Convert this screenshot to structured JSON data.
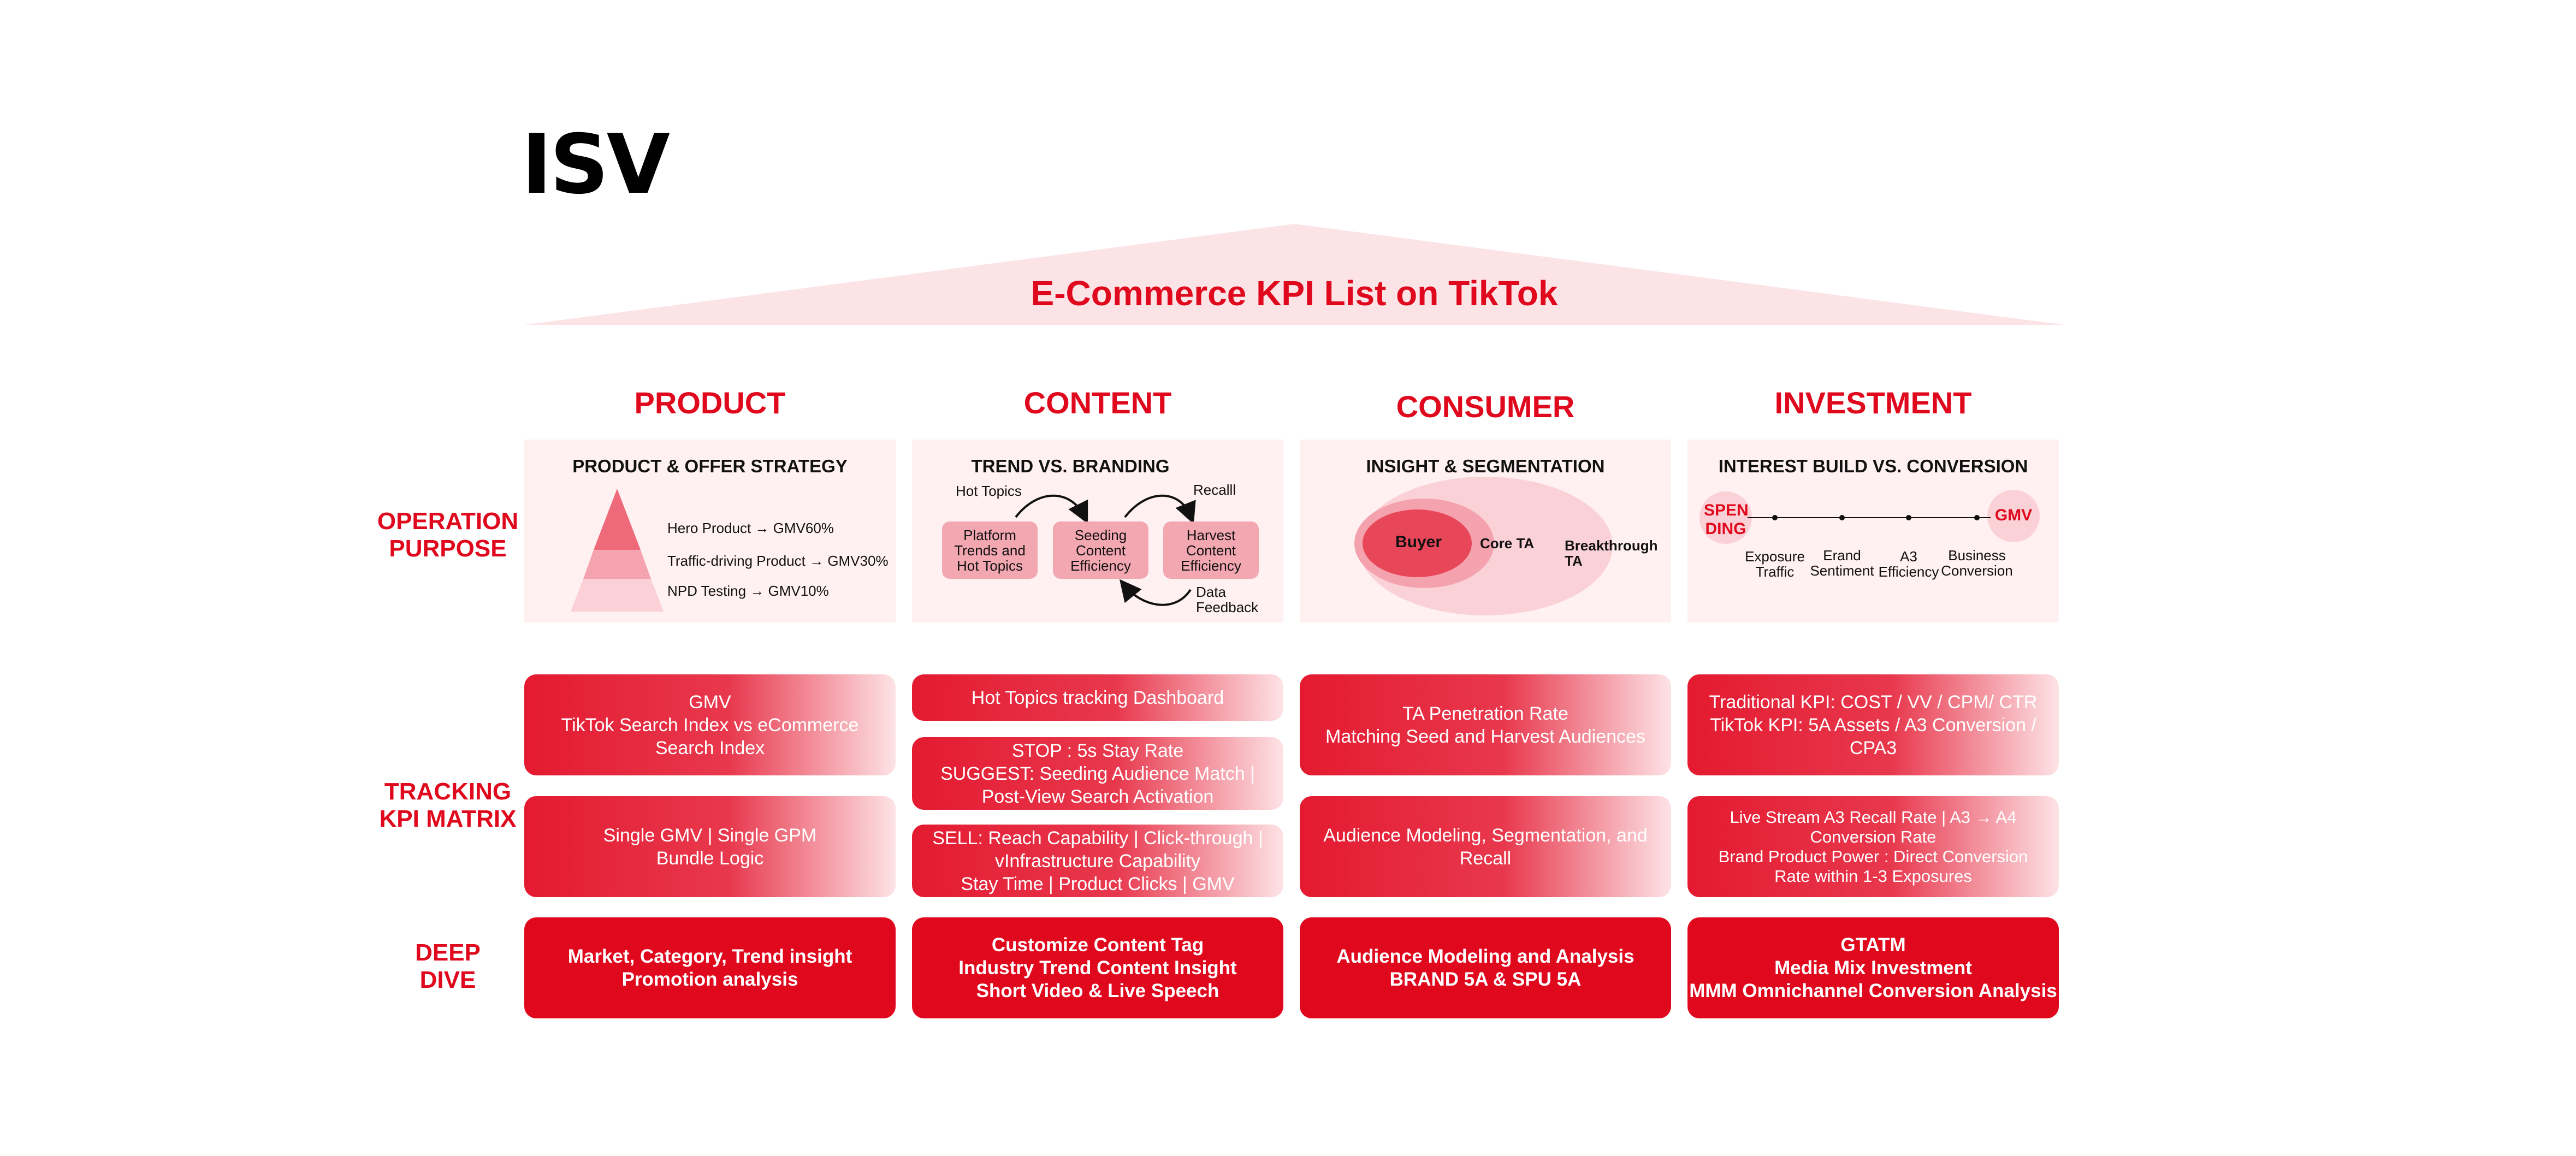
{
  "logo": "ISV",
  "title": "E-Commerce KPI List on TikTok",
  "columns": [
    "PRODUCT",
    "CONTENT",
    "CONSUMER",
    "INVESTMENT"
  ],
  "rows": {
    "operation": "OPERATION\nPURPOSE",
    "tracking": "TRACKING\nKPI MATRIX",
    "deep": "DEEP\nDIVE"
  },
  "operation": {
    "product": {
      "title": "PRODUCT & OFFER STRATEGY",
      "items": [
        "Hero Product → GMV60%",
        "Traffic-driving Product → GMV30%",
        "NPD Testing → GMV10%"
      ]
    },
    "content": {
      "title": "TREND VS. BRANDING",
      "hot_topics": "Hot Topics",
      "recall": "Recalll",
      "box1": "Platform\nTrends and\nHot Topics",
      "box2": "Seeding\nContent\nEfficiency",
      "box3": "Harvest\nContent\nEfficiency",
      "data_feedback": "Data\nFeedback"
    },
    "consumer": {
      "title": "INSIGHT & SEGMENTATION",
      "buyer": "Buyer",
      "core": "Core TA",
      "breakthrough": "Breakthrough\nTA"
    },
    "investment": {
      "title": "INTEREST BUILD VS. CONVERSION",
      "spending": "SPEN\nDING",
      "gmv": "GMV",
      "stages": [
        "Exposure\nTraffic",
        "Erand\nSentiment",
        "A3\nEfficiency",
        "Business\nConversion"
      ]
    }
  },
  "tracking": {
    "product": [
      "GMV\nTikTok Search Index vs eCommerce\nSearch Index",
      "Single GMV | Single GPM\nBundle Logic"
    ],
    "content": [
      "Hot Topics tracking Dashboard",
      "STOP : 5s Stay Rate\nSUGGEST: Seeding Audience Match |\nPost-View Search Activation",
      "SELL: Reach Capability | Click-through |\nvInfrastructure Capability\nStay Time | Product Clicks | GMV"
    ],
    "consumer": [
      "TA Penetration Rate\nMatching Seed and Harvest Audiences",
      "Audience Modeling, Segmentation, and\nRecall"
    ],
    "investment": [
      "Traditional  KPI: COST / VV / CPM/ CTR\nTikTok KPI: 5A Assets / A3 Conversion /\nCPA3",
      "Live Stream A3 Recall Rate | A3 → A4\nConversion Rate\nBrand Product Power : Direct Conversion\nRate within 1-3 Exposures"
    ]
  },
  "deep_dive": {
    "product": "Market, Category, Trend insight\nPromotion analysis",
    "content": "Customize Content Tag\nIndustry Trend Content Insight\nShort Video & Live Speech",
    "consumer": "Audience Modeling and Analysis\nBRAND 5A & SPU 5A",
    "investment": "GTATM\nMedia Mix Investment\nMMM Omnichannel Conversion Analysis"
  },
  "colors": {
    "accent": "#e0081d",
    "light_bg": "#fff0f1",
    "roof": "#fbe3e6"
  }
}
